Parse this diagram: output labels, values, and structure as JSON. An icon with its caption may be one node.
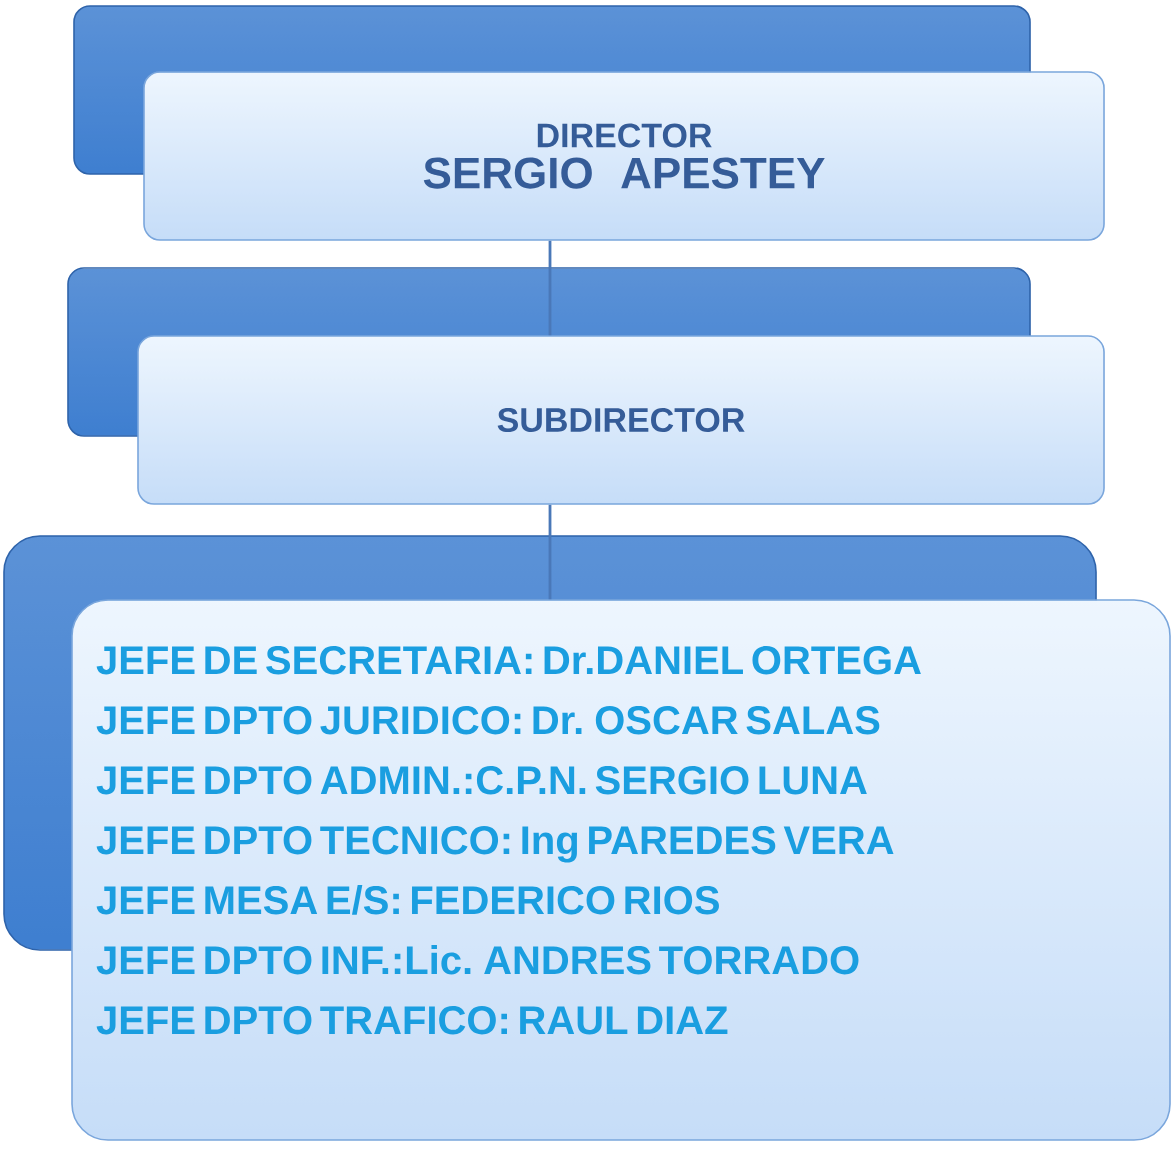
{
  "diagram": {
    "nodes": [
      {
        "text": [
          "DIRECTOR",
          "SERGIO APESTEY"
        ]
      },
      {
        "text": [
          "SUBDIRECTOR"
        ]
      },
      {
        "text": [
          "JEFE DE SECRETARIA: Dr.DANIEL ORTEGA",
          "JEFE DPTO JURIDICO: Dr. OSCAR SALAS",
          "JEFE DPTO ADMIN.:C.P.N. SERGIO LUNA",
          "JEFE DPTO TECNICO: Ing PAREDES VERA",
          "JEFE MESA E/S: FEDERICO RIOS",
          "JEFE DPTO INF.:Lic. ANDRES TORRADO",
          "JEFE DPTO TRAFICO: RAUL DIAZ"
        ]
      }
    ],
    "edges": [
      {
        "from": 0,
        "to": 1,
        "arrow": "none"
      },
      {
        "from": 1,
        "to": 2,
        "arrow": "none"
      }
    ]
  }
}
